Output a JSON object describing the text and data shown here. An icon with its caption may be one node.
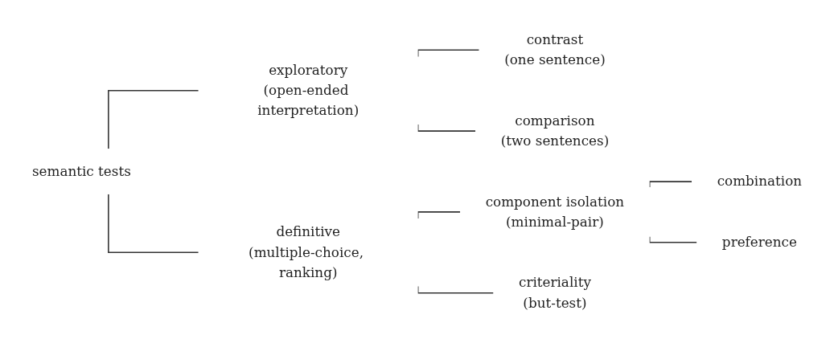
{
  "diagram": {
    "nodes": [
      {
        "text": [
          "semantic tests"
        ]
      },
      {
        "text": [
          "exploratory",
          "(open-ended interpretation)"
        ]
      },
      {
        "text": [
          "contrast",
          "(one sentence)"
        ]
      },
      {
        "text": [
          "comparison",
          "(two sentences)"
        ]
      },
      {
        "text": [
          "definitive",
          "(multiple-choice, ranking)"
        ]
      },
      {
        "text": [
          "component isolation",
          "(minimal-pair)"
        ]
      },
      {
        "text": [
          "criteriality",
          "(but-test)"
        ]
      },
      {
        "text": [
          "combination"
        ]
      },
      {
        "text": [
          "preference"
        ]
      }
    ],
    "edges": [
      {
        "from": 0,
        "to": 1,
        "arrow": "none"
      },
      {
        "from": 0,
        "to": 4,
        "arrow": "none"
      },
      {
        "from": 1,
        "to": 2,
        "arrow": "none"
      },
      {
        "from": 1,
        "to": 3,
        "arrow": "none"
      },
      {
        "from": 4,
        "to": 5,
        "arrow": "none"
      },
      {
        "from": 4,
        "to": 6,
        "arrow": "none"
      },
      {
        "from": 5,
        "to": 7,
        "arrow": "none"
      },
      {
        "from": 5,
        "to": 8,
        "arrow": "none"
      }
    ]
  }
}
